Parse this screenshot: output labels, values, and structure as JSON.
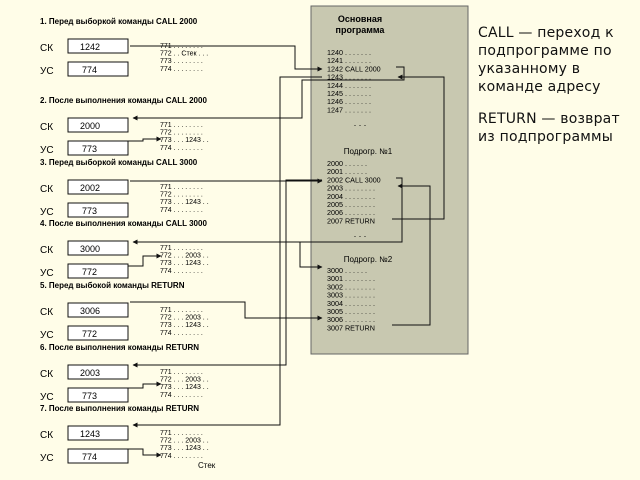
{
  "main_program": {
    "title_lines": [
      "Основная",
      "программа"
    ],
    "lines": [
      "1240 . . . . . . .",
      "1241 . . . . . . .",
      "1242 CALL 2000",
      "1243 . . . . . . .",
      "1244 . . . . . . .",
      "1245 . . . . . . .",
      "1246 . . . . . . .",
      "1247 . . . . . . ."
    ],
    "ellipsis": ". . ."
  },
  "subprogram1": {
    "title": "Подрогр. №1",
    "lines": [
      "2000 . . . . . .",
      "2001 . . . . . .",
      "2002 CALL 3000",
      "2003 . . . . . . . .",
      "2004 . . . . . . . .",
      "2005 . . . . . . . .",
      "2006 . . . . . . . .",
      "2007 RETURN"
    ],
    "ellipsis": ". . ."
  },
  "subprogram2": {
    "title": "Подрогр. №2",
    "lines": [
      "3000 . . . . . .",
      "3001 . . . . . . . .",
      "3002 . . . . . . . .",
      "3003 . . . . . . . .",
      "3004 . . . . . . . .",
      "3005 . . . . . . . .",
      "3006 . . . . . . . .",
      "3007 RETURN"
    ]
  },
  "register_labels": {
    "pc": "СК",
    "sp": "УС"
  },
  "stack_label": "Стек",
  "steps": [
    {
      "title": "1. Перед  выборкой  команды CALL 2000",
      "pc": "1242",
      "sp": "774",
      "stack": [
        "771 . . . . . . . .",
        "772 . . Стек . . .",
        "773 . . . . . . . .",
        "774 . . . . . . . ."
      ]
    },
    {
      "title": "2. После выполнения команды CALL 2000",
      "pc": "2000",
      "sp": "773",
      "stack": [
        "771 . . . . . . . .",
        "772 . . . . . . . .",
        "773 . . . 1243 . .",
        "774 . . . . . . . ."
      ]
    },
    {
      "title": "3. Перед выборкой команды CALL 3000",
      "pc": "2002",
      "sp": "773",
      "stack": [
        "771 . . . . . . . .",
        "772 . . . . . . . .",
        "773 . . . 1243 . .",
        "774 . . . . . . . ."
      ]
    },
    {
      "title": "4. После выполнения команды CALL 3000",
      "pc": "3000",
      "sp": "772",
      "stack": [
        "771 . . . . . . . .",
        "772 . . . 2003 . .",
        "773 . . . 1243 . .",
        "774 . . . . . . . ."
      ]
    },
    {
      "title": "5. Перед выбокой команды RETURN",
      "pc": "3006",
      "sp": "772",
      "stack": [
        "771 . . . . . . . .",
        "772 . . . 2003 . .",
        "773 . . . 1243 . .",
        "774 . . . . . . . ."
      ]
    },
    {
      "title": "6. После выполнения  команды RETURN",
      "pc": "2003",
      "sp": "773",
      "stack": [
        "771 . . . . . . . .",
        "772 . . . 2003 . .",
        "773 . . . 1243 . .",
        "774 . . . . . . . ."
      ]
    },
    {
      "title": "7. После выполнения  команды RETURN",
      "pc": "1243",
      "sp": "774",
      "stack": [
        "771 . . . . . . . .",
        "772 . . . 2003 . .",
        "773 . . . 1243 . .",
        "774 . . . . . . . ."
      ]
    }
  ],
  "notes": {
    "call": "CALL — переход к подпрограмме по указанному в команде адресу",
    "return": "RETURN — возврат из подпрограммы"
  }
}
